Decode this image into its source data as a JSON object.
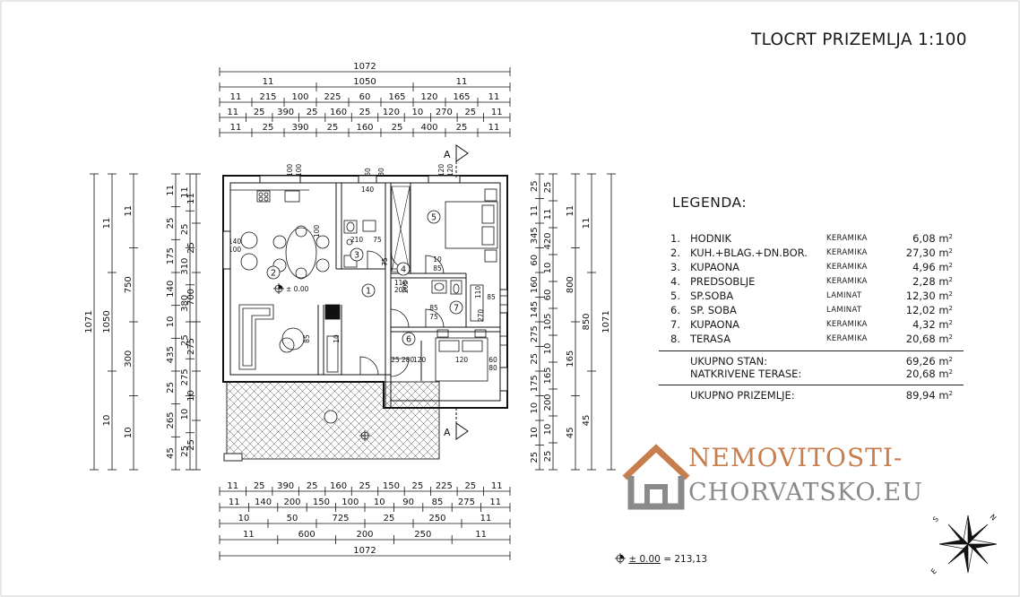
{
  "title": "TLOCRT PRIZEMLJA 1:100",
  "legend": {
    "heading": "LEGENDA:",
    "rooms": [
      {
        "num": "1.",
        "name": "HODNIK",
        "material": "KERAMIKA",
        "area": "6,08 m",
        "unit_sup": "2"
      },
      {
        "num": "2.",
        "name": "KUH.+BLAG.+DN.BOR.",
        "material": "KERAMIKA",
        "area": "27,30 m",
        "unit_sup": "2"
      },
      {
        "num": "3.",
        "name": "KUPAONA",
        "material": "KERAMIKA",
        "area": "4,96 m",
        "unit_sup": "2"
      },
      {
        "num": "4.",
        "name": "PREDSOBLJE",
        "material": "KERAMIKA",
        "area": "2,28 m",
        "unit_sup": "2"
      },
      {
        "num": "5.",
        "name": "SP.SOBA",
        "material": "LAMINAT",
        "area": "12,30 m",
        "unit_sup": "2"
      },
      {
        "num": "6.",
        "name": "SP. SOBA",
        "material": "LAMINAT",
        "area": "12,02 m",
        "unit_sup": "2"
      },
      {
        "num": "7.",
        "name": "KUPAONA",
        "material": "KERAMIKA",
        "area": "4,32 m",
        "unit_sup": "2"
      },
      {
        "num": "8.",
        "name": "TERASA",
        "material": "KERAMIKA",
        "area": "20,68 m",
        "unit_sup": "2"
      }
    ],
    "totals": [
      {
        "label": "UKUPNO STAN:",
        "area": "69,26 m",
        "unit_sup": "2"
      },
      {
        "label": "NATKRIVENE TERASE:",
        "area": "20,68 m",
        "unit_sup": "2"
      }
    ],
    "grand_total": {
      "label": "UKUPNO PRIZEMLJE:",
      "area": "89,94 m",
      "unit_sup": "2"
    }
  },
  "logo": {
    "line1": "NEMOVITOSTI-",
    "line2": "CHORVATSKO.EU"
  },
  "elevation": {
    "value": "± 0.00",
    "rest": " = 213,13"
  },
  "room_markers": [
    "1",
    "2",
    "3",
    "4",
    "5",
    "6",
    "7"
  ],
  "section_label": "A",
  "level_mark": "± 0.00",
  "compass_letters": [
    "N",
    "S",
    "E"
  ],
  "dims": {
    "top": [
      [
        "1072"
      ],
      [
        "11",
        "1050",
        "11"
      ],
      [
        "11",
        "215",
        "100",
        "225",
        "60",
        "165",
        "120",
        "165",
        "11"
      ],
      [
        "11",
        "25",
        "390",
        "25",
        "160",
        "25",
        "120",
        "10",
        "270",
        "25",
        "11"
      ],
      [
        "11",
        "25",
        "390",
        "25",
        "160",
        "25",
        "400",
        "25",
        "11"
      ]
    ],
    "bottom": [
      [
        "11",
        "25",
        "390",
        "25",
        "160",
        "25",
        "150",
        "25",
        "225",
        "25",
        "11"
      ],
      [
        "11",
        "140",
        "200",
        "150",
        "100",
        "10",
        "90",
        "85",
        "275",
        "11"
      ],
      [
        "10",
        "50",
        "725",
        "25",
        "250",
        "11"
      ],
      [
        "11",
        "600",
        "200",
        "250",
        "11"
      ],
      [
        "1072"
      ]
    ],
    "left": [
      [
        "1071"
      ],
      [
        "11",
        "1050",
        "10"
      ],
      [
        "11",
        "750",
        "300",
        "10"
      ],
      [
        "11",
        "25",
        "175",
        "140",
        "10",
        "435",
        "25",
        "265",
        "45"
      ],
      [
        "11",
        "25",
        "310",
        "380",
        "25",
        "275",
        "10",
        "25"
      ],
      [
        "11",
        "25",
        "700",
        "275",
        "10",
        "25"
      ]
    ],
    "right": [
      [
        "25",
        "11",
        "345",
        "60",
        "160",
        "145",
        "275",
        "25",
        "175",
        "10",
        "10",
        "25"
      ],
      [
        "25",
        "11",
        "420",
        "10",
        "60",
        "105",
        "10",
        "165",
        "200",
        "10",
        "25"
      ],
      [
        "11",
        "800",
        "165",
        "45"
      ],
      [
        "11",
        "850",
        "45"
      ],
      [
        "1071"
      ]
    ],
    "interior": [
      "100",
      "100",
      "60",
      "80",
      "120",
      "120",
      "140",
      "100",
      "140",
      "100",
      "210",
      "75",
      "75",
      "10",
      "85",
      "205",
      "110",
      "205",
      "85",
      "75",
      "110",
      "270",
      "10",
      "85",
      "25",
      "280",
      "120",
      "120",
      "60",
      "80",
      "85"
    ]
  }
}
